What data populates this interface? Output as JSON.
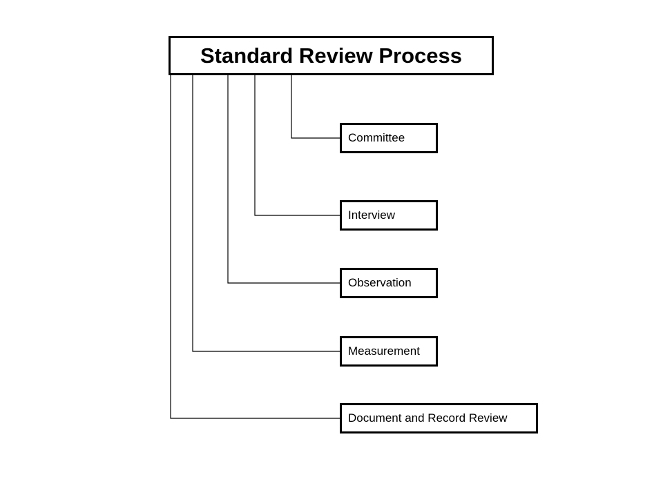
{
  "root": {
    "title": "Standard Review Process"
  },
  "children": [
    {
      "label": "Committee"
    },
    {
      "label": "Interview"
    },
    {
      "label": "Observation"
    },
    {
      "label": "Measurement"
    },
    {
      "label": "Document and Record Review"
    }
  ]
}
